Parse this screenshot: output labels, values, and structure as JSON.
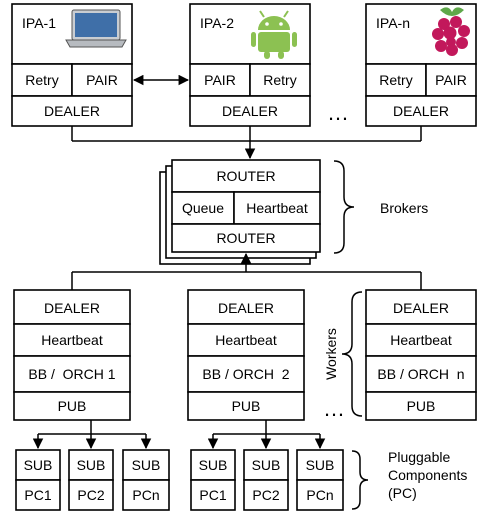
{
  "ipas": [
    {
      "title": "IPA-1",
      "icon": "laptop-icon",
      "left_label": "Retry",
      "right_label": "PAIR",
      "bottom_label": "DEALER"
    },
    {
      "title": "IPA-2",
      "icon": "android-icon",
      "left_label": "PAIR",
      "right_label": "Retry",
      "bottom_label": "DEALER"
    },
    {
      "title": "IPA-n",
      "icon": "raspberry-pi-icon",
      "left_label": "Retry",
      "right_label": "PAIR",
      "bottom_label": "DEALER"
    }
  ],
  "ellipsis": "…",
  "broker": {
    "top_label": "ROUTER",
    "left_label": "Queue",
    "right_label": "Heartbeat",
    "bottom_label": "ROUTER",
    "brace_label": "Brokers"
  },
  "workers": [
    {
      "dealer": "DEALER",
      "heartbeat": "Heartbeat",
      "orch": "BB /  ORCH 1",
      "pub": "PUB"
    },
    {
      "dealer": "DEALER",
      "heartbeat": "Heartbeat",
      "orch": "BB / ORCH  2",
      "pub": "PUB"
    },
    {
      "dealer": "DEALER",
      "heartbeat": "Heartbeat",
      "orch": "BB / ORCH  n",
      "pub": "PUB"
    }
  ],
  "workers_label": "Workers",
  "pc_groups": [
    [
      {
        "sub": "SUB",
        "pc": "PC1"
      },
      {
        "sub": "SUB",
        "pc": "PC2"
      },
      {
        "sub": "SUB",
        "pc": "PCn"
      }
    ],
    [
      {
        "sub": "SUB",
        "pc": "PC1"
      },
      {
        "sub": "SUB",
        "pc": "PC2"
      },
      {
        "sub": "SUB",
        "pc": "PCn"
      }
    ]
  ],
  "pc_label_lines": [
    "Pluggable",
    "Components",
    "(PC)"
  ],
  "colors": {
    "laptop_body": "#c9cdd2",
    "laptop_screen": "#3f6fa8",
    "android_green": "#8cc152",
    "raspberry_red": "#c2185b",
    "raspberry_leaf": "#5fa84a"
  }
}
